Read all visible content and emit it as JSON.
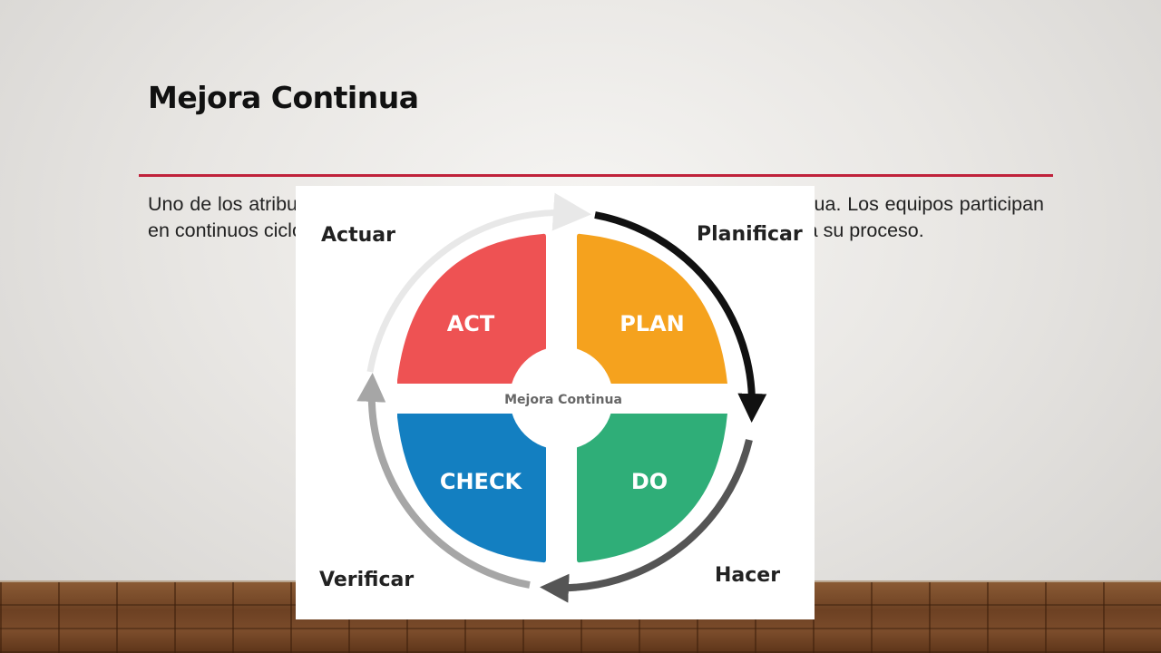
{
  "slide": {
    "title": "Mejora Continua",
    "body": "Uno de los atributos de Scrum es que crea un entorno para la mejora continua. Los equipos participan en continuos ciclos de mejora mediante sesiones de “lecciones aprendidas” a su proceso."
  },
  "diagram": {
    "center_label": "Mejora Continua",
    "quadrants": [
      {
        "id": "act",
        "label": "ACT",
        "color": "#ee5253"
      },
      {
        "id": "plan",
        "label": "PLAN",
        "color": "#f5a21e"
      },
      {
        "id": "check",
        "label": "CHECK",
        "color": "#137fc1"
      },
      {
        "id": "do",
        "label": "DO",
        "color": "#2fae78"
      }
    ],
    "phases": {
      "actuar": "Actuar",
      "planificar": "Planificar",
      "hacer": "Hacer",
      "verificar": "Verificar"
    },
    "arrow_colors": {
      "top_left": "#e8e8e8",
      "top_right": "#111111",
      "bottom_right": "#555555",
      "bottom_left": "#a6a6a6"
    }
  }
}
